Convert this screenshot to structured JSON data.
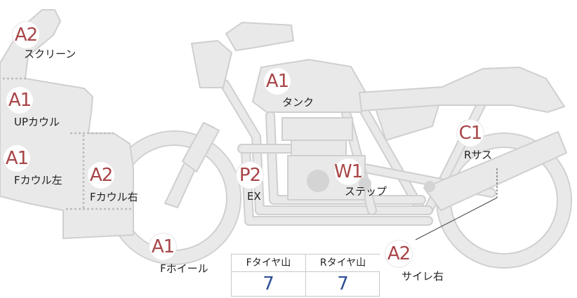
{
  "parts": [
    {
      "id": "screen",
      "grade": "A2",
      "label": "スクリーン"
    },
    {
      "id": "upper-cowl",
      "grade": "A1",
      "label": "UPカウル"
    },
    {
      "id": "front-cowl-left",
      "grade": "A1",
      "label": "Fカウル左"
    },
    {
      "id": "front-cowl-right",
      "grade": "A2",
      "label": "Fカウル右"
    },
    {
      "id": "tank",
      "grade": "A1",
      "label": "タンク"
    },
    {
      "id": "exhaust",
      "grade": "P2",
      "label": "EX"
    },
    {
      "id": "step",
      "grade": "W1",
      "label": "ステップ"
    },
    {
      "id": "rear-suspension",
      "grade": "C1",
      "label": "Rサス"
    },
    {
      "id": "front-wheel",
      "grade": "A1",
      "label": "Fホイール"
    },
    {
      "id": "silencer-right",
      "grade": "A2",
      "label": "サイレ右"
    }
  ],
  "tread": {
    "front_label": "Fタイヤ山",
    "front_value": "7",
    "rear_label": "Rタイヤ山",
    "rear_value": "7"
  },
  "colors": {
    "grade": "#a84548",
    "tread_value": "#2e4f94",
    "bike_fill": "#e9e9e9",
    "bike_stroke": "#cfcfcf"
  }
}
